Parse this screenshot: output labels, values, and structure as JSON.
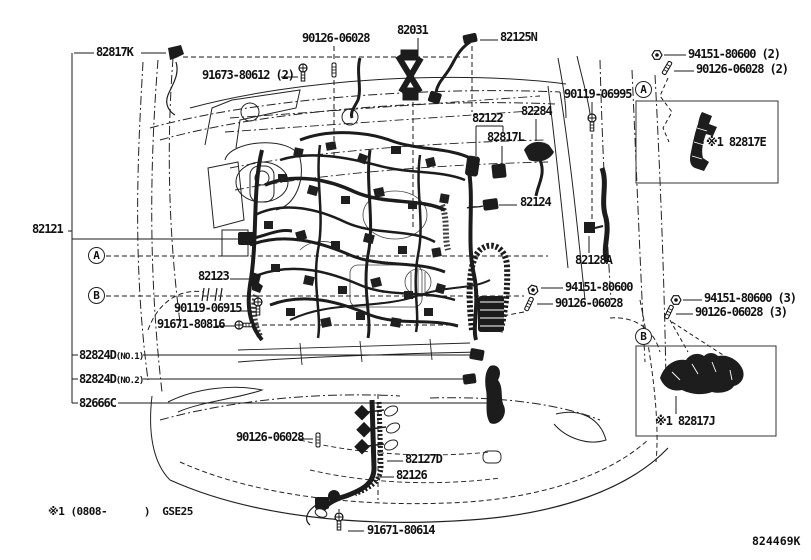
{
  "diagram": {
    "code": "824469K",
    "footnote": "※1 (0808-      )  GSE25"
  },
  "colors": {
    "ink": "#1a1a1a",
    "background": "#ffffff"
  },
  "markers": {
    "view_a": "A",
    "view_b": "B"
  },
  "labels": [
    {
      "text": "82817K"
    },
    {
      "text": "90126-06028"
    },
    {
      "text": "82031"
    },
    {
      "text": "82125N"
    },
    {
      "text": "91673-80612 (2)"
    },
    {
      "text": "90119-06995"
    },
    {
      "text": "94151-80600 (2)"
    },
    {
      "text": "90126-06028 (2)"
    },
    {
      "text": "※1 82817E"
    },
    {
      "text": "82122"
    },
    {
      "text": "82284"
    },
    {
      "text": "82817L"
    },
    {
      "text": "82124"
    },
    {
      "text": "82121"
    },
    {
      "text": "82128A"
    },
    {
      "text": "94151-80600"
    },
    {
      "text": "90126-06028"
    },
    {
      "text": "94151-80600 (3)"
    },
    {
      "text": "90126-06028 (3)"
    },
    {
      "text": "※1 82817J"
    },
    {
      "text": "82123"
    },
    {
      "text": "90119-06915"
    },
    {
      "text": "91671-80816"
    },
    {
      "text": "82824D",
      "suffix": "(NO.1)"
    },
    {
      "text": "82824D",
      "suffix": "(NO.2)"
    },
    {
      "text": "82666C"
    },
    {
      "text": "90126-06028"
    },
    {
      "text": "82127D"
    },
    {
      "text": "82126"
    },
    {
      "text": "91671-80614"
    }
  ]
}
